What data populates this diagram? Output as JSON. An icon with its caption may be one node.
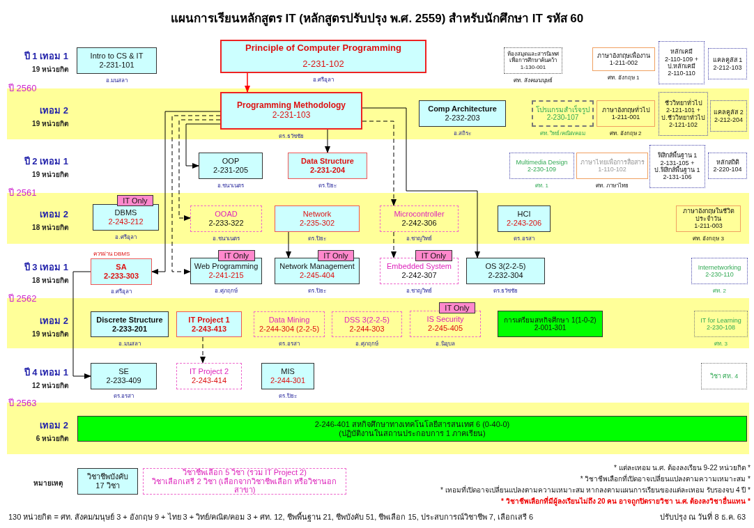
{
  "diagram": {
    "title": "แผนการเรียนหลักสูตร IT (หลักสูตรปรับปรุง พ.ศ. 2559) สำหรับนักศึกษา IT รหัส 60",
    "nodes": [
      {
        "text": [
          "Intro to CS & IT",
          "2-231-101"
        ],
        "beside": [
          "อ.มนสลา"
        ]
      },
      {
        "text": [
          "Principle of Computer Programming",
          "2-231-102"
        ],
        "beside": [
          "อ.ศรีอุลา"
        ]
      },
      {
        "text": [
          "ห้องสมุดและสารนิเทศเพื่อการศึกษาค้นคว้า",
          "1-130-001"
        ],
        "beside": [
          "ศท. สังคม/มนุษย์"
        ]
      },
      {
        "text": [
          "ภาษาอังกฤษเพื่องาน",
          "1-211-002"
        ],
        "beside": [
          "ศท. อังกฤษ 1"
        ]
      },
      {
        "text": [
          "หลักเคมี",
          "2-110-109 +",
          "ป.หลักเคมี",
          "2-110-110"
        ]
      },
      {
        "text": [
          "แคลคูลัส 1",
          "2-212-103"
        ]
      },
      {
        "text": [
          "Programming Methodology",
          "2-231-103"
        ],
        "beside": [
          "ดร.ธวัชชัย"
        ]
      },
      {
        "text": [
          "Comp Architecture",
          "2-232-203"
        ],
        "beside": [
          "อ.สถิระ"
        ]
      },
      {
        "text": [
          "โปรแกรมสำเร็จรูป",
          "2-230-107"
        ],
        "beside": [
          "ศท. วิทย์/คณิต/คอม"
        ]
      },
      {
        "text": [
          "ภาษาอังกฤษทั่วไป",
          "1-211-001"
        ],
        "beside": [
          "ศท. อังกฤษ 2"
        ]
      },
      {
        "text": [
          "ชีววิทยาทั่วไป",
          "2-121-101 +",
          "ป.ชีววิทยาทั่วไป",
          "2-121-102"
        ]
      },
      {
        "text": [
          "แคลคูลัส 2",
          "2-212-204"
        ]
      },
      {
        "text": [
          "OOP",
          "2-231-205"
        ],
        "beside": [
          "อ.ชนาเนตร"
        ]
      },
      {
        "text": [
          "Data Structure",
          "2-231-204"
        ],
        "beside": [
          "ดร.ปิยะ"
        ]
      },
      {
        "text": [
          "Multimedia Design",
          "2-230-109"
        ],
        "beside": [
          "ศท. 1"
        ]
      },
      {
        "text": [
          "ภาษาไทยเพื่อการสื่อสาร",
          "1-110-102"
        ],
        "beside": [
          "ศท. ภาษาไทย"
        ]
      },
      {
        "text": [
          "ฟิสิกส์พื้นฐาน 1",
          "2-131-105 +",
          "ป.ฟิสิกส์พื้นฐาน 1",
          "2-131-106"
        ]
      },
      {
        "text": [
          "หลักสถิติ",
          "2-220-104"
        ]
      },
      {
        "text": [
          "IT Only"
        ]
      },
      {
        "text": [
          "DBMS",
          "2-243-212"
        ],
        "beside": [
          "อ.ศรีอุลา"
        ]
      },
      {
        "text": [
          "OOAD",
          "2-233-322"
        ],
        "beside": [
          "อ.ชนาเนตร"
        ]
      },
      {
        "text": [
          "Network",
          "2-235-302"
        ],
        "beside": [
          "ดร.ปิยะ"
        ]
      },
      {
        "text": [
          "Microcontroller",
          "2-242-306"
        ],
        "beside": [
          "อ.ชาญวิทย์"
        ]
      },
      {
        "text": [
          "HCI",
          "2-243-206"
        ],
        "beside": [
          "ดร.อรสา"
        ]
      },
      {
        "text": [
          "ภาษาอังกฤษในชีวิตประจำวัน",
          "1-211-003"
        ],
        "beside": [
          "ศท. อังกฤษ 3"
        ]
      },
      {
        "text": [
          "SA",
          "2-233-303"
        ],
        "beside": [
          "ควรผ่าน DBMS",
          "อ.ศรีอุลา"
        ]
      },
      {
        "text": [
          "IT Only"
        ]
      },
      {
        "text": [
          "Web Programming",
          "2-241-215"
        ],
        "beside": [
          "อ.ศุภฤกษ์"
        ]
      },
      {
        "text": [
          "IT Only"
        ]
      },
      {
        "text": [
          "Network Management",
          "2-245-404"
        ],
        "beside": [
          "ดร.ปิยะ"
        ]
      },
      {
        "text": [
          "IT Only"
        ]
      },
      {
        "text": [
          "Embedded System",
          "2-242-307"
        ],
        "beside": [
          "อ.ชาญวิทย์"
        ]
      },
      {
        "text": [
          "OS 3(2-2-5)",
          "2-232-304"
        ],
        "beside": [
          "ดร.ธวัชชัย"
        ]
      },
      {
        "text": [
          "Internetworking",
          "2-230-110"
        ],
        "beside": [
          "ศท. 2"
        ]
      },
      {
        "text": [
          "Discrete Structure",
          "2-233-201"
        ],
        "beside": [
          "อ.มนสลา"
        ]
      },
      {
        "text": [
          "IT Project 1",
          "2-243-413"
        ]
      },
      {
        "text": [
          "Data Mining",
          "2-244-304 (2-2-5)"
        ],
        "beside": [
          "ดร.อรสา"
        ]
      },
      {
        "text": [
          "DSS 3(2-2-5)",
          "2-244-303"
        ],
        "beside": [
          "อ.ศุภฤกษ์"
        ]
      },
      {
        "text": [
          "IT Only"
        ]
      },
      {
        "text": [
          "IS Security",
          "2-245-405"
        ],
        "beside": [
          "อ.นิอุบล"
        ]
      },
      {
        "text": [
          "การเตรียมสหกิจศึกษา 1(1-0-2)",
          "2-001-301"
        ]
      },
      {
        "text": [
          "IT for Learning",
          "2-230-108"
        ],
        "beside": [
          "ศท. 3"
        ]
      },
      {
        "text": [
          "SE",
          "2-233-409"
        ],
        "beside": [
          "ดร.อรสา"
        ]
      },
      {
        "text": [
          "IT Project 2",
          "2-243-414"
        ]
      },
      {
        "text": [
          "MIS",
          "2-244-301"
        ],
        "beside": [
          "ดร.ปิยะ"
        ]
      },
      {
        "text": [
          "วิชา ศท. 4"
        ]
      },
      {
        "text": [
          "2-246-401 สหกิจศึกษาทางเทคโนโลยีสารสนเทศ 6 (0-40-0)",
          "(ปฏิบัติงานในสถานประกอบการ 1 ภาคเรียน)"
        ]
      },
      {
        "text": [
          "วิชาชีพบังคับ",
          "17 วิชา"
        ]
      },
      {
        "text": [
          "วิชาชีพเลือก 5 วิชา (รวม IT Project 2)",
          "วิชาเลือกเสรี 2 วิชา (เลือกจากวิชาชีพเลือก หรือวิชานอกสาขา)"
        ]
      }
    ],
    "edges": [
      {
        "from": 1,
        "to": 6,
        "arrow": "to",
        "color": "#ff0000"
      },
      {
        "from": 6,
        "to": 13,
        "arrow": "to"
      },
      {
        "from": 6,
        "to": 12,
        "arrow": "to"
      },
      {
        "from": 6,
        "to": 20,
        "arrow": "to",
        "style": "dashed"
      },
      {
        "from": 6,
        "to": 27,
        "arrow": "to",
        "style": "dashed"
      },
      {
        "from": 6,
        "to": 25,
        "arrow": "to"
      },
      {
        "from": 6,
        "to": 22,
        "arrow": "to",
        "style": "dashed"
      },
      {
        "from": 6,
        "to": 32,
        "arrow": "to"
      },
      {
        "from": 21,
        "to": 29,
        "arrow": "to"
      },
      {
        "from": 22,
        "to": 31,
        "arrow": "to",
        "style": "dashed"
      },
      {
        "from": 25,
        "to": 42,
        "arrow": "to"
      },
      {
        "from": 35,
        "to": 43,
        "arrow": "to",
        "style": "dashed"
      }
    ],
    "labels": [
      "ปี 1 เทอม 1",
      "19 หน่วยกิต",
      "ปี 2560",
      "เทอม 2",
      "19 หน่วยกิต",
      "ปี 2 เทอม 1",
      "19 หน่วยกิต",
      "ปี 2561",
      "เทอม 2",
      "18 หน่วยกิต",
      "ปี 3 เทอม 1",
      "18 หน่วยกิต",
      "ปี 2562",
      "เทอม 2",
      "19 หน่วยกิต",
      "ปี 4 เทอม 1",
      "12 หน่วยกิต",
      "ปี 2563",
      "เทอม 2",
      "6 หน่วยกิต",
      "หมายเหตุ",
      "* แต่ละเทอม น.ศ. ต้องลงเรียน 9-22 หน่วยกิต *",
      "* วิชาชีพเลือกที่เปิดอาจเปลี่ยนแปลงตามความเหมาะสม *",
      "* เทอมที่เปิดอาจเปลี่ยนแปลงตามความเหมาะสม หากลงตามแผนการเรียนของแต่ละเทอม รับรองจบ 4 ปี *",
      "* วิชาชีพเลือกที่มีผู้ลงเรียนไม่ถึง 20 คน อาจถูกปิดรายวิชา น.ศ. ต้องลงวิชาอื่นแทน *",
      "130 หน่วยกิต = ศท. สังคม/มนุษย์ 3 + อังกฤษ 9 + ไทย 3 + วิทย์/คณิต/คอม 3 + ศท. 12, ชีพพื้นฐาน 21, ชีพบังคับ 51, ชีพเลือก 15, ประสบการณ์วิชาชีพ 7, เลือกเสรี 6",
      "ปรับปรุง ณ วันที่ 8 ธ.ค. 63"
    ]
  }
}
